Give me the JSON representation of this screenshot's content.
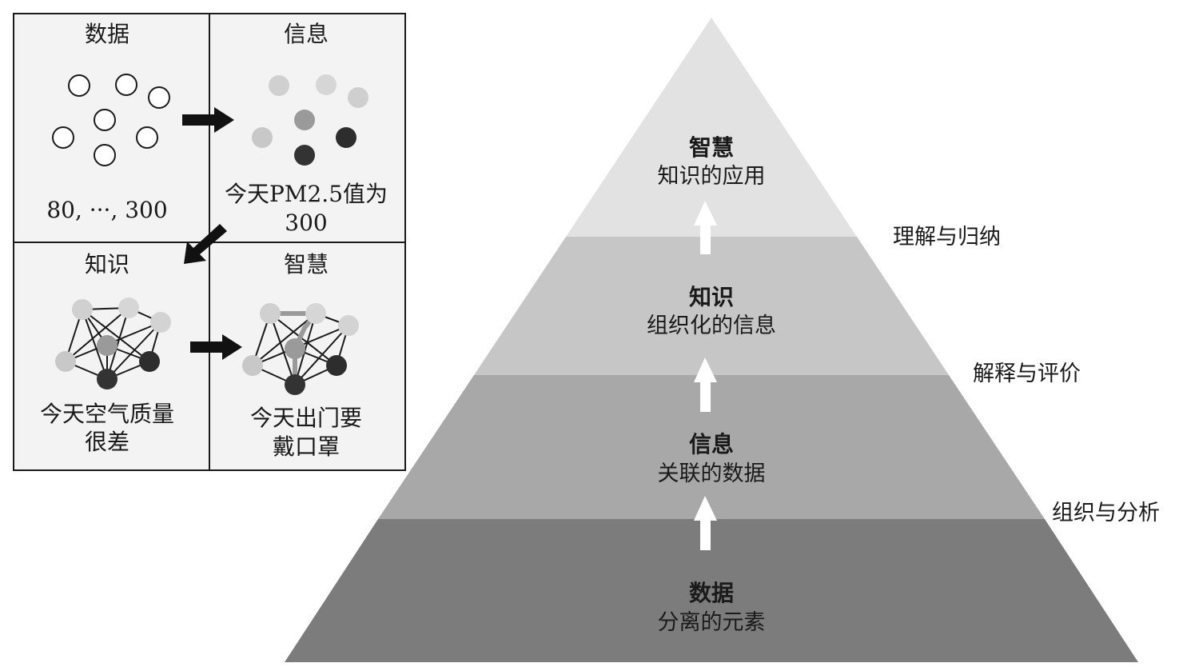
{
  "grid": {
    "cells": [
      {
        "key": "data",
        "title": "数据",
        "caption": [
          "80, ···, 300"
        ]
      },
      {
        "key": "info",
        "title": "信息",
        "caption": [
          "今天PM2.5值为",
          "300"
        ]
      },
      {
        "key": "knowledge",
        "title": "知识",
        "caption": [
          "今天空气质量",
          "很差"
        ]
      },
      {
        "key": "wisdom",
        "title": "智慧",
        "caption": [
          "今天出门要",
          "戴口罩"
        ]
      }
    ]
  },
  "pyramid": {
    "tiers": [
      {
        "key": "wisdom",
        "title": "智慧",
        "subtitle": "知识的应用",
        "color": "#e2e2e2"
      },
      {
        "key": "knowledge",
        "title": "知识",
        "subtitle": "组织化的信息",
        "color": "#c6c6c6"
      },
      {
        "key": "info",
        "title": "信息",
        "subtitle": "关联的数据",
        "color": "#a8a8a8"
      },
      {
        "key": "data",
        "title": "数据",
        "subtitle": "分离的元素",
        "color": "#7c7c7c"
      }
    ],
    "transitions": [
      {
        "label": "理解与归纳"
      },
      {
        "label": "解释与评价"
      },
      {
        "label": "组织与分析"
      }
    ]
  },
  "colors": {
    "cell_bg": "#f3f3f3",
    "border": "#1a1a1a",
    "node_dark": "#333333",
    "node_mid": "#9a9a9a",
    "node_light": "#d0d0d0",
    "arrow": "#111111",
    "up_arrow": "#ffffff"
  }
}
